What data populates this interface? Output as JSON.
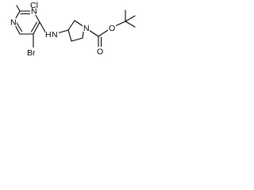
{
  "molecule": {
    "atoms": {
      "n_pyr_top": "N",
      "n_pyr_bottom": "N",
      "cl": "Cl",
      "br": "Br",
      "n_h": "N",
      "h_on_n": "H",
      "n_ring": "N",
      "o_carbonyl": "O",
      "o_ester": "O"
    }
  }
}
